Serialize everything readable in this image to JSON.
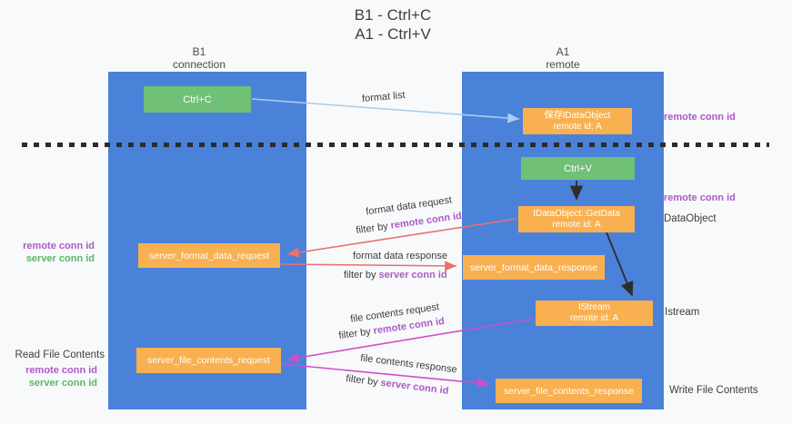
{
  "title": {
    "line1": "B1 - Ctrl+C",
    "line2": "A1 - Ctrl+V"
  },
  "lanes": {
    "left": {
      "name": "B1",
      "role": "connection"
    },
    "right": {
      "name": "A1",
      "role": "remote"
    }
  },
  "nodes": {
    "ctrl_c": {
      "label": "Ctrl+C"
    },
    "saved_dataobject": {
      "line1": "保存IDataObject",
      "line2": "remote id: A"
    },
    "ctrl_v": {
      "label": "Ctrl+V"
    },
    "getdata": {
      "line1": "IDataObject::GetData",
      "line2": "remote id: A"
    },
    "format_request": {
      "label": "server_format_data_request"
    },
    "format_response": {
      "label": "server_format_data_response"
    },
    "istream": {
      "line1": "IStream",
      "line2": "remote id: A"
    },
    "file_request": {
      "label": "server_file_contents_request"
    },
    "file_response": {
      "label": "server_file_contents_response"
    }
  },
  "flow_labels": {
    "format_list": "format list",
    "format_request": {
      "title": "format data request",
      "filter_prefix": "filter by",
      "filter_conn": "remote conn id"
    },
    "format_response": {
      "title": "format data response",
      "filter_prefix": "filter by",
      "filter_conn": "server conn id"
    },
    "file_request": {
      "title": "file contents request",
      "filter_prefix": "filter by",
      "filter_conn": "remote conn id"
    },
    "file_response": {
      "title": "file contents response",
      "filter_prefix": "filter by",
      "filter_conn": "server conn id"
    }
  },
  "annotations": {
    "right_top_conn": "remote conn id",
    "right_mid_conn": "remote conn id",
    "right_dataobject": "DataObject",
    "right_istream": "Istream",
    "right_write_file": "Write File Contents",
    "left_remote_conn": "remote conn id",
    "left_server_conn": "server conn id",
    "left_read_file": "Read File Contents",
    "left_bottom_remote_conn": "remote conn id",
    "left_bottom_server_conn": "server conn id"
  },
  "colors": {
    "lane_blue": "#4a82da",
    "node_orange": "#f9b050",
    "node_green": "#70c077",
    "conn_purple": "#ab5bc6",
    "conn_green": "#58b868",
    "arrow_light_blue": "#a9cdef",
    "arrow_red": "#e8706f",
    "arrow_magenta": "#cc50c8",
    "arrow_black": "#2d2d2d"
  }
}
